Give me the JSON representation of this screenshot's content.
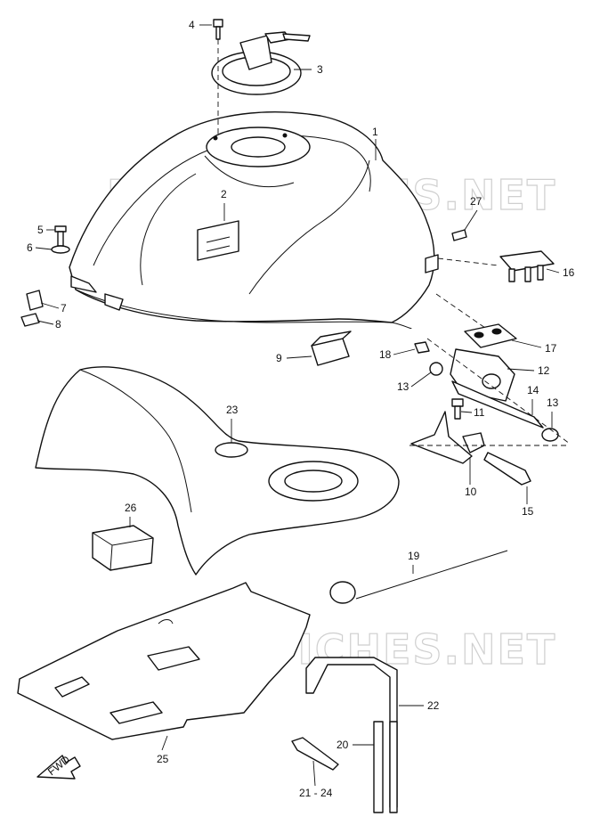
{
  "watermark": {
    "top": "MICROFICHES.NET",
    "bottom": "MICROFICHES.NET"
  },
  "fwd_label": "FWD",
  "callouts": {
    "c1": "1",
    "c2": "2",
    "c3": "3",
    "c4": "4",
    "c5": "5",
    "c6": "6",
    "c7": "7",
    "c8": "8",
    "c9": "9",
    "c10": "10",
    "c11": "11",
    "c12": "12",
    "c13a": "13",
    "c13b": "13",
    "c14": "14",
    "c15": "15",
    "c16": "16",
    "c17": "17",
    "c18": "18",
    "c19": "19",
    "c20": "20",
    "c21_24": "21 - 24",
    "c22": "22",
    "c23": "23",
    "c25": "25",
    "c26": "26",
    "c27": "27"
  }
}
